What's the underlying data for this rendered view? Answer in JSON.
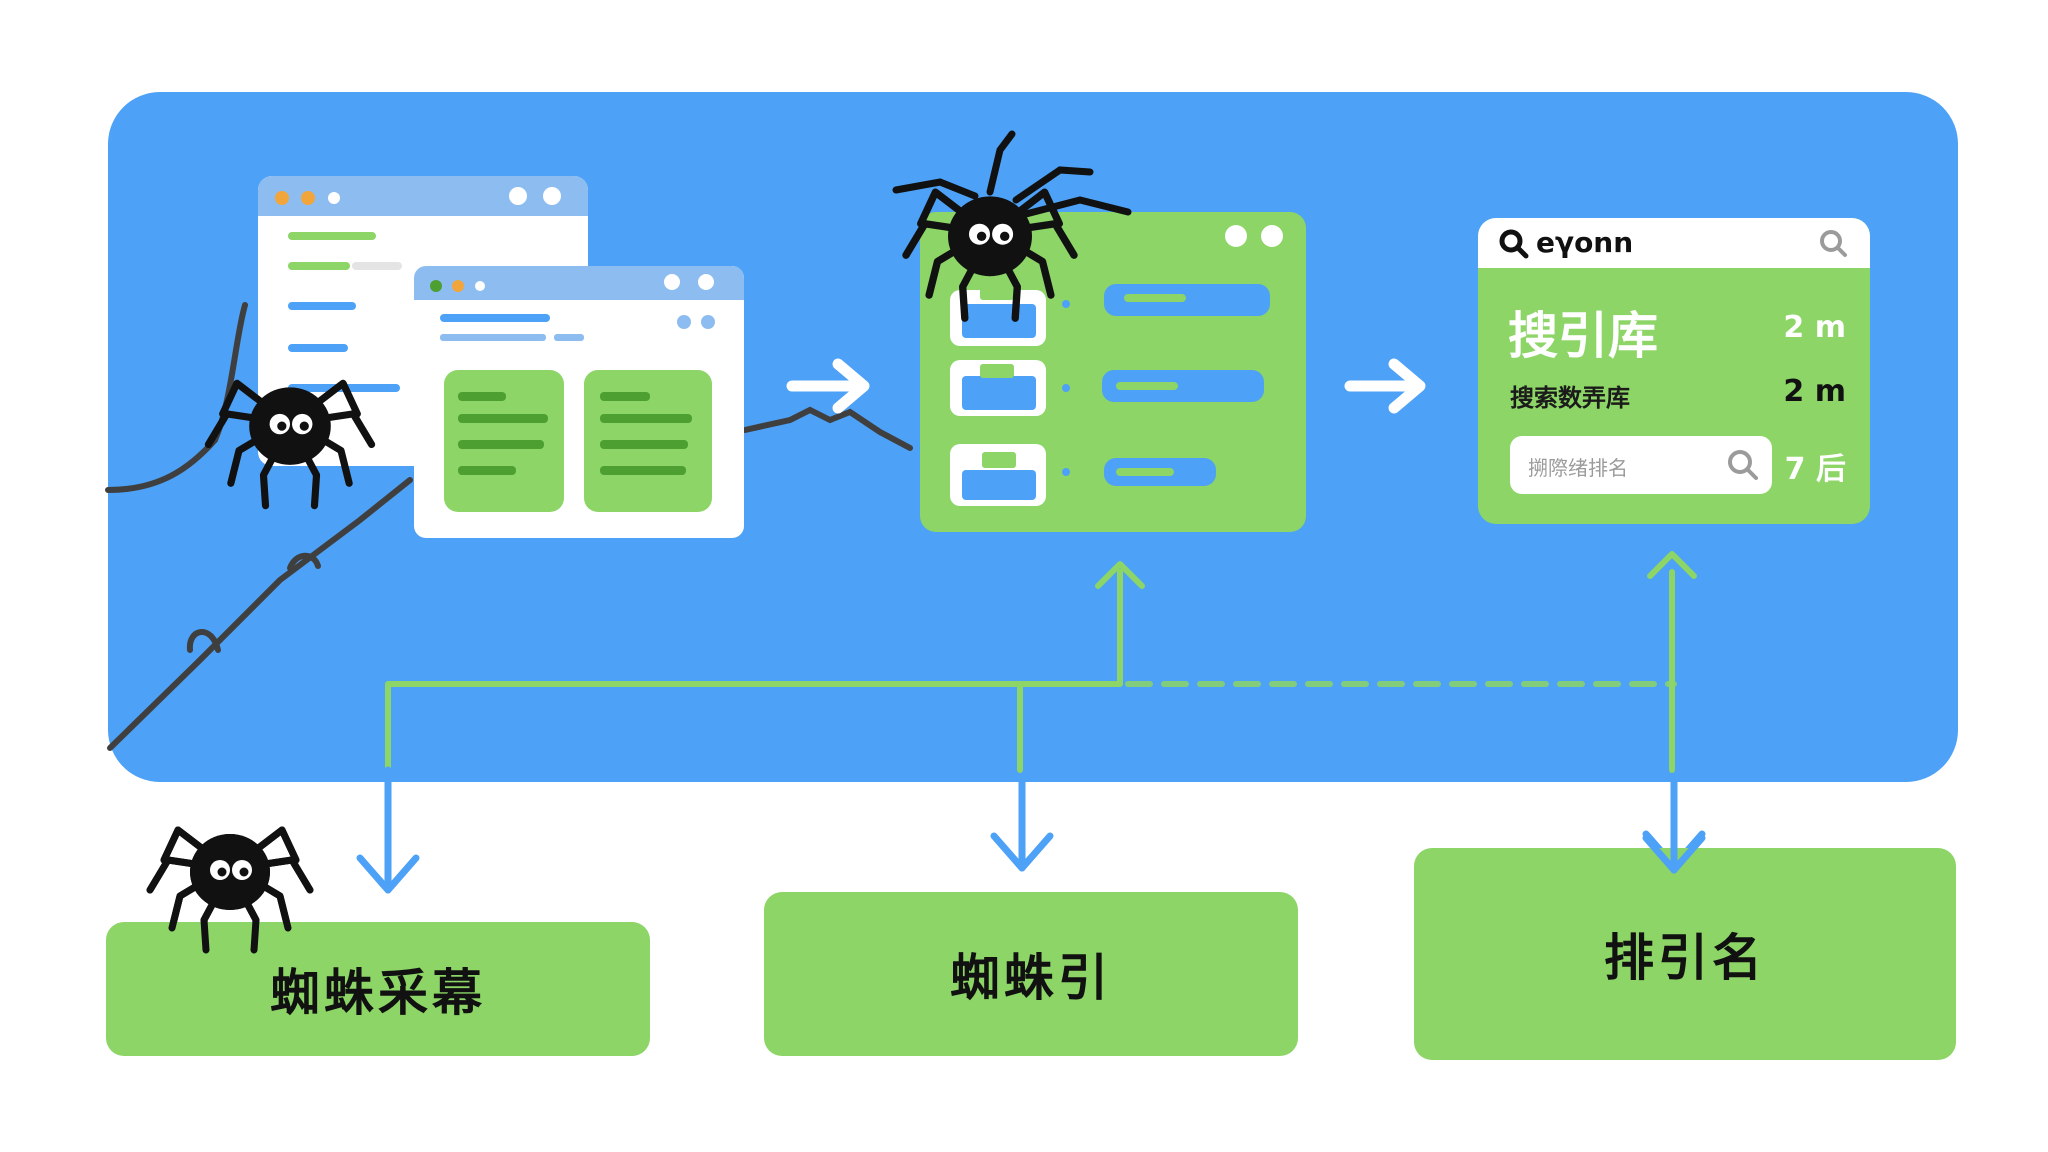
{
  "colors": {
    "panel_blue": "#4da1f6",
    "green": "#8cd566",
    "dark_green": "#4d9f32",
    "arrow_blue": "#4da1f6",
    "white": "#ffffff",
    "spider": "#111111"
  },
  "index_window": {
    "brand": "eγonn",
    "title": "搜引库",
    "title_count": "2 m",
    "subtitle": "搜索数弄库",
    "subtitle_count": "2 m",
    "search_placeholder": "搠際绪排名",
    "search_count": "7 后"
  },
  "stages": [
    {
      "label": "蜘蛛采幕"
    },
    {
      "label": "蜘蛛引"
    },
    {
      "label": "排引名"
    }
  ],
  "icons": [
    "spider-icon",
    "search-icon",
    "arrow-right-icon",
    "arrow-down-icon",
    "arrow-up-icon"
  ]
}
